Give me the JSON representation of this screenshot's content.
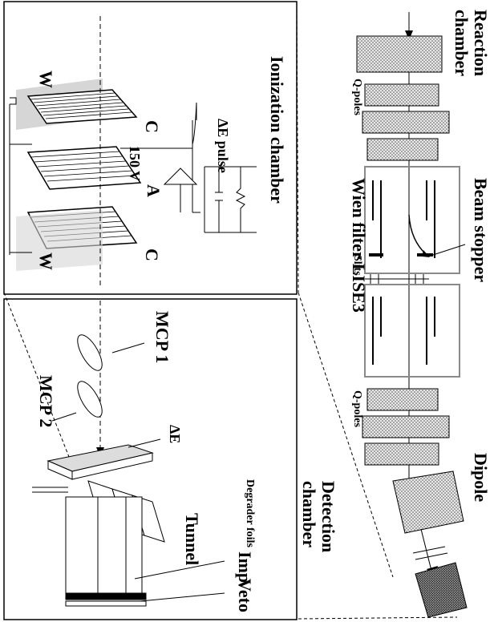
{
  "labels": {
    "reaction_chamber": [
      "Reaction",
      "chamber"
    ],
    "q_poles_top": "Q-poles",
    "beam_stopper": "Beam stopper",
    "wien_filter": "Wien filter LISE3",
    "slits": "Slits",
    "q_poles_bottom": "Q-poles",
    "dipole": "Dipole",
    "detection_chamber": [
      "Detection",
      "chamber"
    ],
    "ionization_chamber": "Ionization chamber",
    "delta_e_pulse": "ΔE pulse",
    "voltage": "150 V",
    "electrode_w": "W",
    "electrode_c": "C",
    "electrode_a": "A",
    "mcp1": "MCP 1",
    "mcp2": "MCP 2",
    "delta_e": "ΔE",
    "degrader_foils": "Degrader foils",
    "imp": "Imp",
    "veto": "Veto",
    "tunnel": "Tunnel"
  },
  "colors": {
    "stroke": "#000000",
    "stipple_fill": "#cfcfcf",
    "wien_box": "#8a8a8a",
    "detector_fill": "#dcdcdc",
    "plate_shadow": "#d6d6d6"
  }
}
